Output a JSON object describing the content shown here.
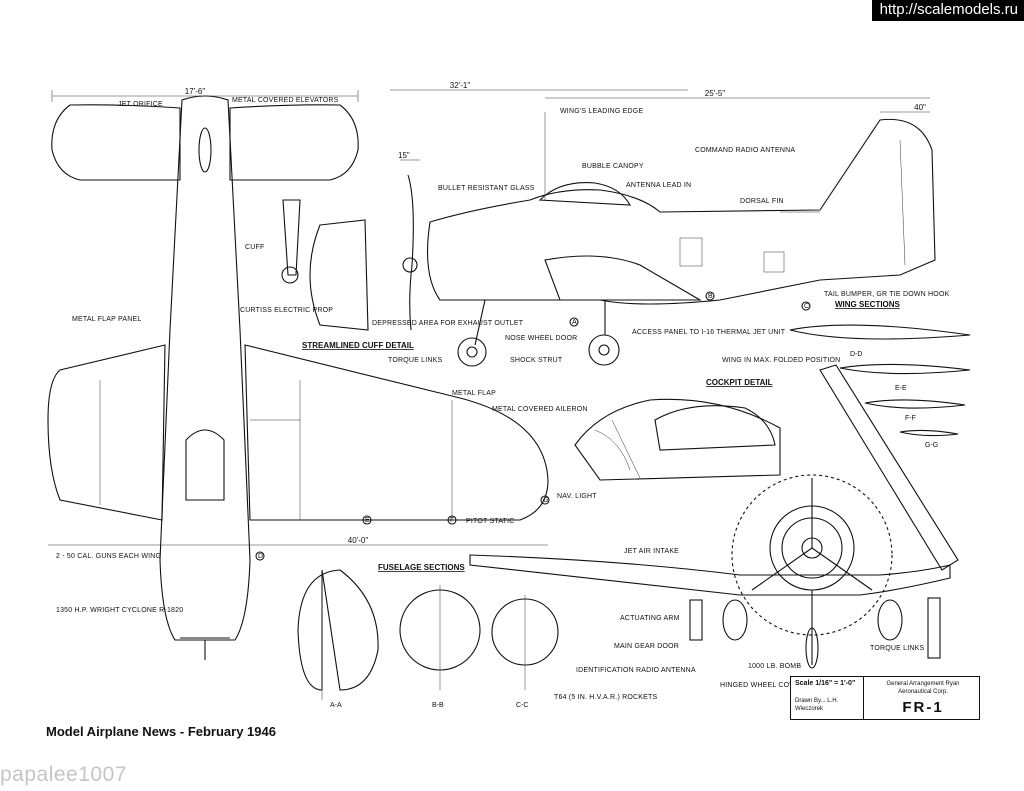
{
  "source_url": "http://scalemodels.ru",
  "caption": "Model Airplane News - February 1946",
  "watermark": "papalee1007",
  "dimensions": {
    "tail_span": "17'-6\"",
    "fuselage_length": "32'-1\"",
    "length_wing_le_to_tail": "25'-5\"",
    "fin_height": "40\"",
    "prop_offset": "15\"",
    "wing_span": "40'-0\""
  },
  "plan_view_labels": {
    "jet_orifice": "Jet Orifice",
    "metal_covered_elevators": "Metal Covered Elevators",
    "cuff": "Cuff",
    "curtiss_electric_prop": "Curtiss Electric Prop",
    "metal_flap_panel": "Metal Flap Panel",
    "streamlined_cuff_detail": "Streamlined Cuff Detail",
    "metal_flap": "Metal Flap",
    "metal_covered_aileron": "Metal Covered Aileron",
    "nav_light": "Nav. Light",
    "pitot_static": "Pitot Static",
    "guns": "2 - 50 Cal. Guns Each Wing",
    "engine": "1350 H.P. Wright Cyclone R-1820"
  },
  "side_view_labels": {
    "wing_leading_edge": "Wing's Leading Edge",
    "command_radio_antenna": "Command Radio Antenna",
    "bubble_canopy": "Bubble Canopy",
    "bullet_resistant_glass": "Bullet Resistant Glass",
    "antenna_lead_in": "Antenna Lead In",
    "dorsal_fin": "Dorsal Fin",
    "tail_bumper": "Tail Bumper, Gr Tie Down Hook",
    "depressed_area": "Depressed Area For Exhaust Outlet",
    "nose_wheel_door": "Nose Wheel Door",
    "access_panel": "Access Panel To I-16 Thermal Jet Unit",
    "torque_links": "Torque Links",
    "shock_strut": "Shock Strut"
  },
  "wing_sections": {
    "title": "Wing Sections",
    "labels": [
      "D-D",
      "E-E",
      "F-F",
      "G-G"
    ]
  },
  "fuselage_sections": {
    "title": "Fuselage Sections",
    "labels": [
      "A-A",
      "B-B",
      "C-C"
    ]
  },
  "section_markers": [
    "A",
    "B",
    "C",
    "D",
    "E",
    "F",
    "G"
  ],
  "cockpit": {
    "title": "Cockpit Detail",
    "wing_folded": "Wing In Max. Folded Position"
  },
  "front_view_labels": {
    "jet_air_intake": "Jet Air Intake",
    "actuating_arm": "Actuating Arm",
    "main_gear_door": "Main Gear Door",
    "identification_radio": "Identification Radio Antenna",
    "rockets": "T64 (5 in. H.V.A.R.) Rockets",
    "bomb": "1000 Lb. Bomb",
    "hinged_wheel": "Hinged Wheel Cover Door",
    "torque_links": "Torque Links"
  },
  "title_block": {
    "scale": "Scale 1/16\" = 1'-0\"",
    "drawn_by": "Drawn By... L.H. Wieczorek",
    "general_arrangement": "General Arrangement Ryan Aeronautical Corp.",
    "model": "FR-1"
  },
  "colors": {
    "ink": "#111111",
    "paper": "#ffffff",
    "url_bar": "#000000"
  }
}
